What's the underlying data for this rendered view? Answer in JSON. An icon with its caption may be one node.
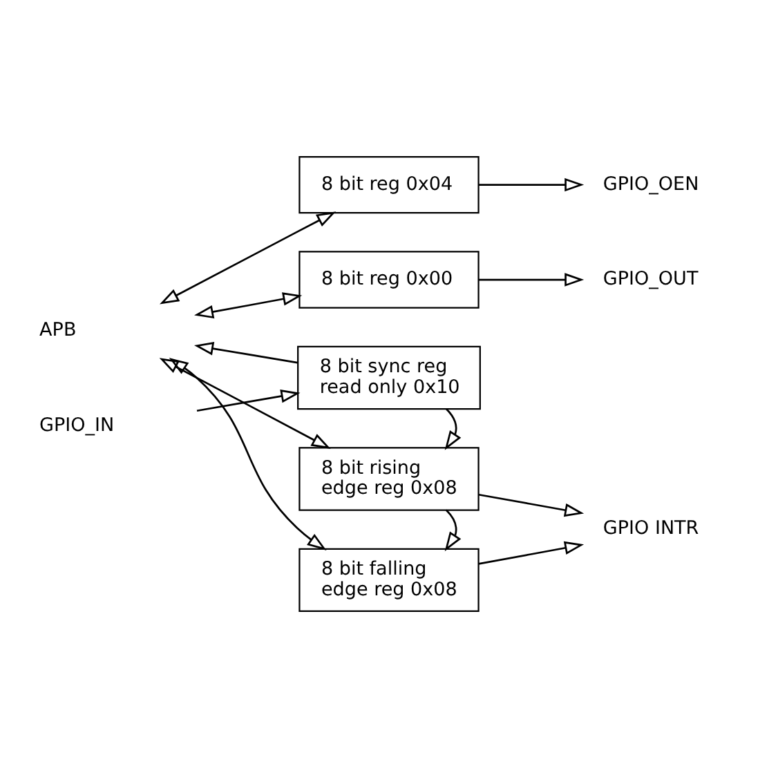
{
  "diagram": {
    "nodes": [
      {
        "text": [
          "APB"
        ]
      },
      {
        "text": [
          "8 bit reg 0x04"
        ]
      },
      {
        "text": [
          "8 bit reg 0x00"
        ]
      },
      {
        "text": [
          "8 bit sync reg read only 0x10"
        ]
      },
      {
        "text": [
          "8 bit rising edge reg 0x08"
        ]
      },
      {
        "text": [
          "8 bit falling edge reg 0x08"
        ]
      },
      {
        "text": [
          "GPIO_OEN"
        ]
      },
      {
        "text": [
          "GPIO_OUT"
        ]
      },
      {
        "text": [
          "GPIO_IN"
        ]
      },
      {
        "text": [
          "GPIO INTR"
        ]
      }
    ],
    "edges": [
      {
        "from": 0,
        "to": 1,
        "arrow": "both"
      },
      {
        "from": 0,
        "to": 2,
        "arrow": "both"
      },
      {
        "from": 3,
        "to": 0,
        "arrow": "to"
      },
      {
        "from": 0,
        "to": 4,
        "arrow": "both"
      },
      {
        "from": 0,
        "to": 5,
        "arrow": "both"
      },
      {
        "from": 1,
        "to": 6,
        "arrow": "to"
      },
      {
        "from": 2,
        "to": 7,
        "arrow": "to"
      },
      {
        "from": 8,
        "to": 3,
        "arrow": "to"
      },
      {
        "from": 3,
        "to": 4,
        "arrow": "to"
      },
      {
        "from": 4,
        "to": 5,
        "arrow": "to"
      },
      {
        "from": 4,
        "to": 9,
        "arrow": "to"
      },
      {
        "from": 5,
        "to": 9,
        "arrow": "to"
      }
    ]
  }
}
